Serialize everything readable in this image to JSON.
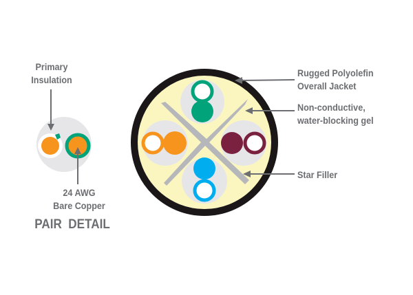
{
  "labels": {
    "jacket": [
      "Rugged Polyolefin",
      "Overall Jacket"
    ],
    "gel": [
      "Non-conductive,",
      "water-blocking gel"
    ],
    "filler": "Star Filler",
    "insulation": [
      "Primary",
      "Insulation"
    ],
    "copper": [
      "24 AWG",
      "Bare Copper"
    ],
    "pair_detail": "PAIR  DETAIL"
  },
  "colors": {
    "jacket": "#1b1718",
    "gel": "#fbf6c0",
    "pair_bg": "#e6e6e8",
    "filler": "#b6b7ba",
    "green": "#00a37a",
    "orange": "#f7941d",
    "maroon": "#7b2140",
    "blue": "#00aeef",
    "text": "#6d6e71"
  }
}
